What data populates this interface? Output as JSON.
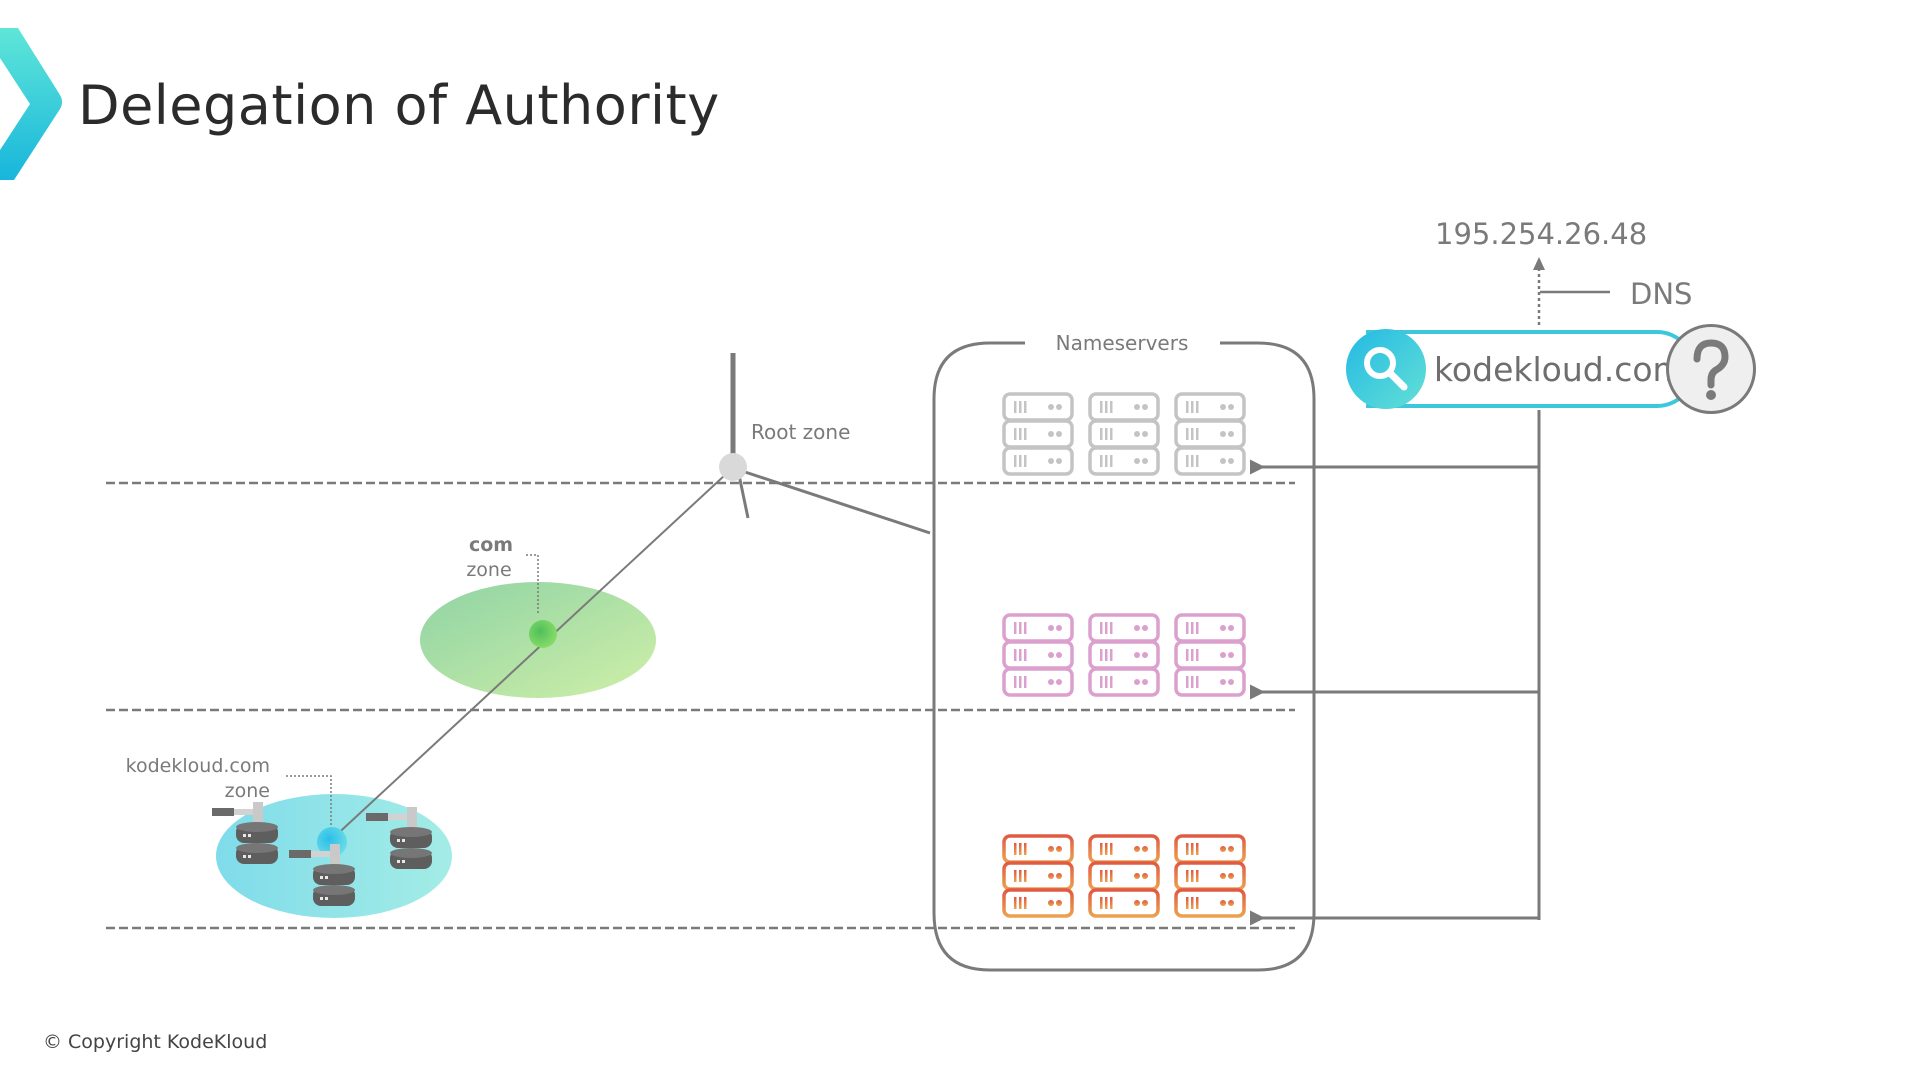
{
  "slide": {
    "title": "Delegation of Authority",
    "copyright": "© Copyright KodeKloud"
  },
  "colors": {
    "accent": "#2bc6dc",
    "line": "#7a7a7a",
    "root_node": "#d9d9d9",
    "com_zone": "#9ddc9a",
    "com_node": "#58c05a",
    "kodekloud_zone": "#8fe0ea",
    "kodekloud_node": "#2ec3e6",
    "servers_root": "#c4c4c4",
    "servers_com": "#dca0cf",
    "servers_kodekloud": "#e2703e"
  },
  "diagram": {
    "root_zone_label": "Root zone",
    "com_zone_label": {
      "bold": "com",
      "zone": "zone"
    },
    "kodekloud_zone_label": {
      "name": "kodekloud.com",
      "zone": "zone"
    },
    "nameservers_label": "Nameservers",
    "ip_address": "195.254.26.48",
    "dns_label": "DNS",
    "search": {
      "value": "kodekloud.com",
      "icon": "search-icon",
      "help_icon": "question-icon"
    },
    "server_groups": [
      {
        "zone": "root",
        "count": 3
      },
      {
        "zone": "com",
        "count": 3
      },
      {
        "zone": "kodekloud.com",
        "count": 3
      }
    ]
  }
}
